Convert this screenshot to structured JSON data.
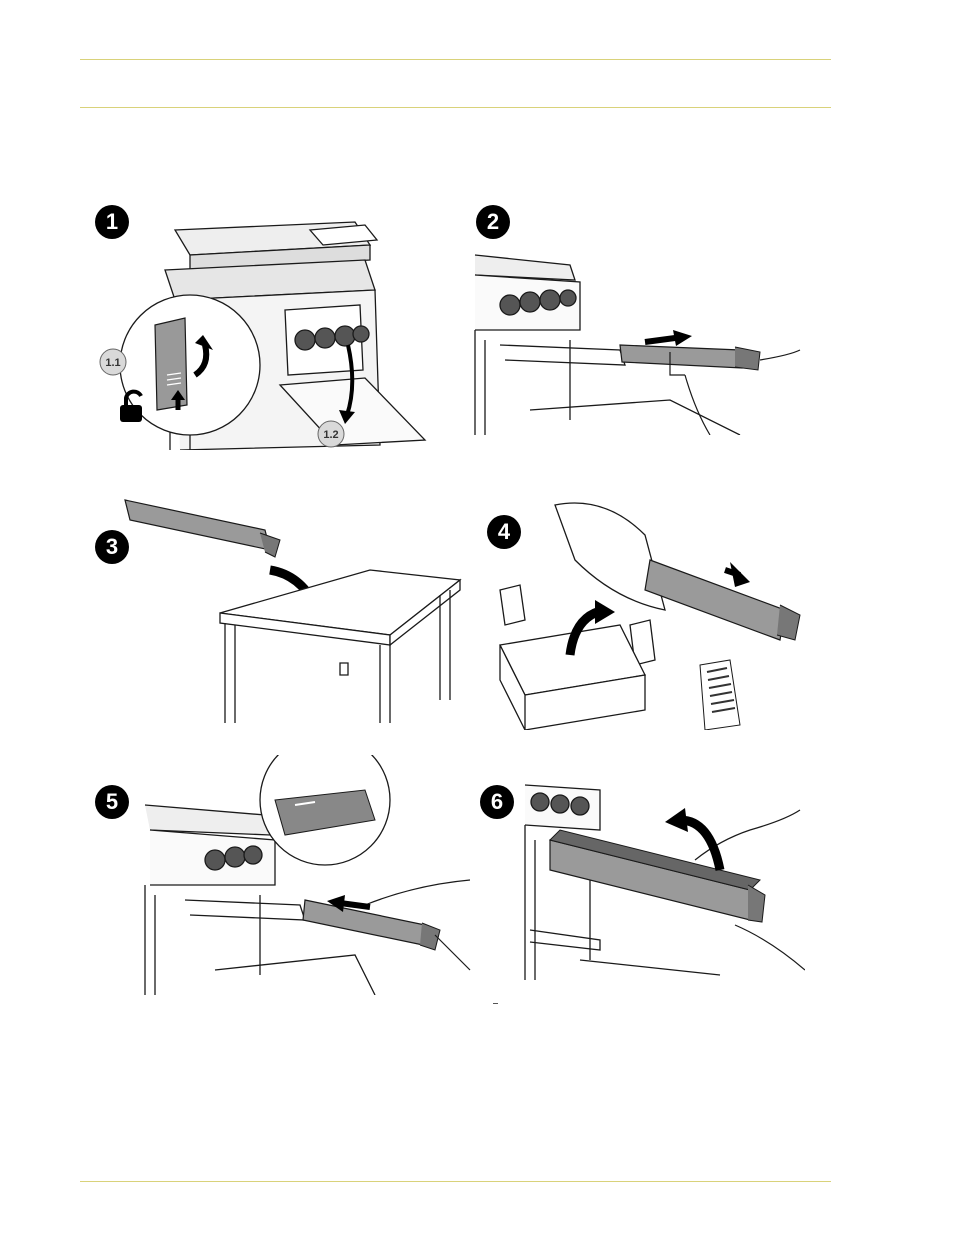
{
  "steps": [
    {
      "number": "1",
      "callouts": [
        "1.1",
        "1.2"
      ],
      "icon": "unlock-icon"
    },
    {
      "number": "2"
    },
    {
      "number": "3"
    },
    {
      "number": "4"
    },
    {
      "number": "5"
    },
    {
      "number": "6"
    }
  ],
  "colors": {
    "rule": "#d9d27a",
    "badge": "#000000",
    "line_art": "#1a1a1a",
    "cartridge": "#9a9a9a"
  }
}
